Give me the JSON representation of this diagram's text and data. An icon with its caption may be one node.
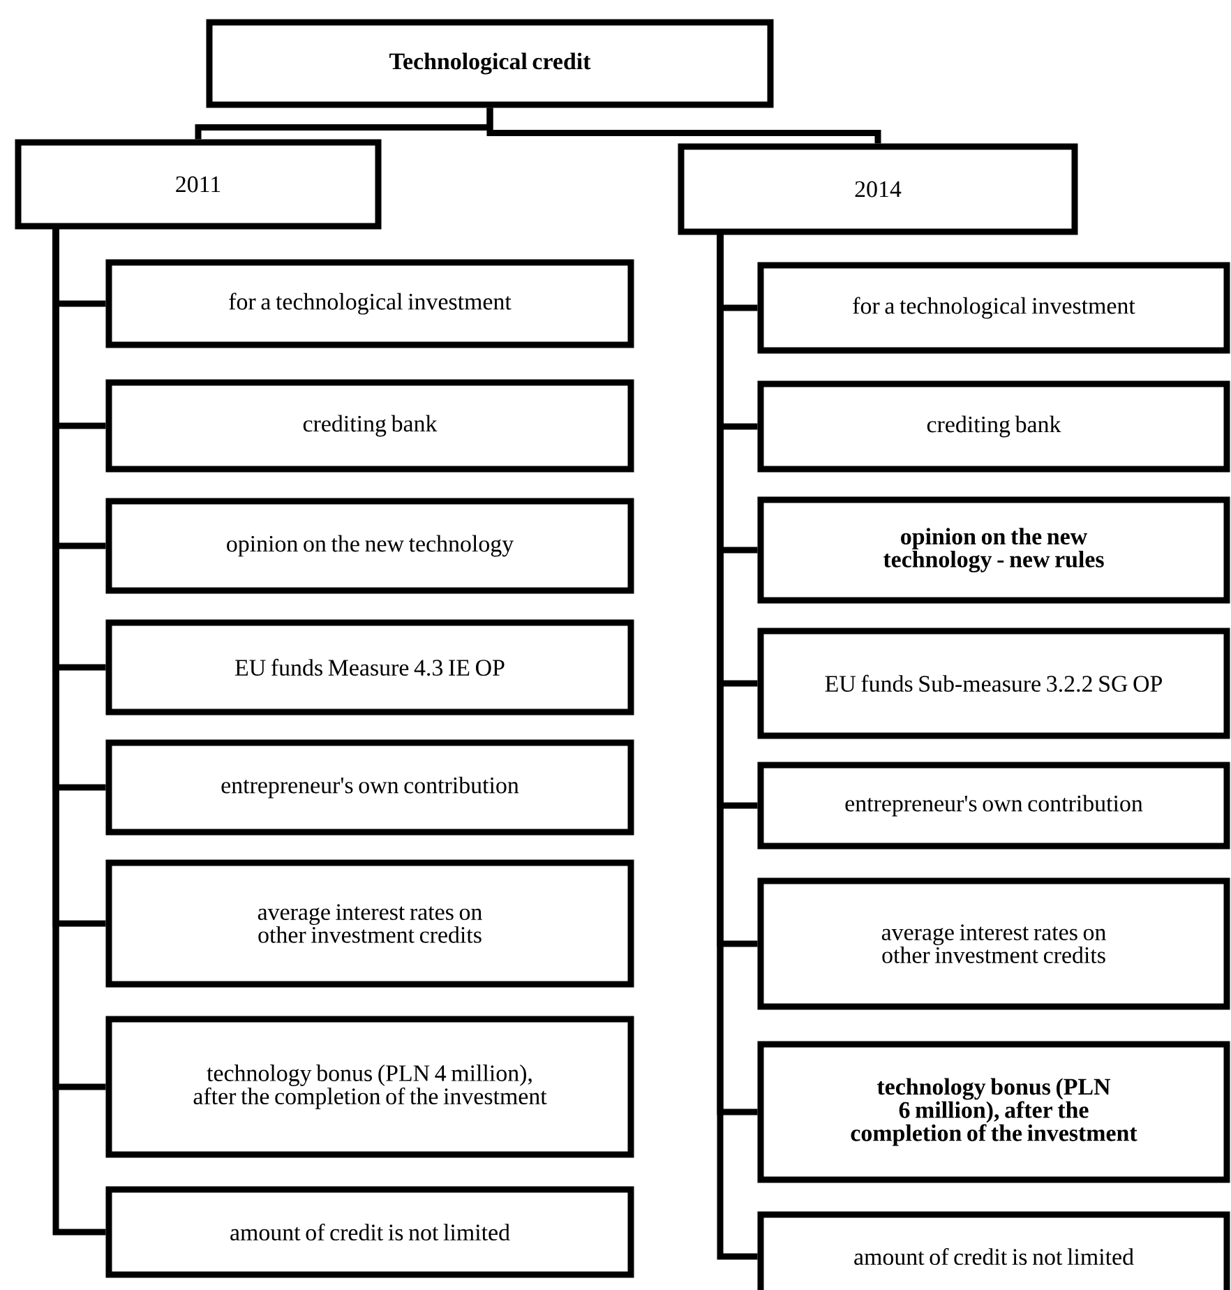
{
  "diagram": {
    "nodes": [
      {
        "text": [
          "Technological credit"
        ]
      },
      {
        "text": [
          "2011"
        ]
      },
      {
        "text": [
          "for a technological investment"
        ]
      },
      {
        "text": [
          "crediting bank"
        ]
      },
      {
        "text": [
          "opinion on the new technology"
        ]
      },
      {
        "text": [
          "EU funds Measure 4.3 IE OP"
        ]
      },
      {
        "text": [
          "entrepreneur's own contribution"
        ]
      },
      {
        "text": [
          "average interest rates on other investment credits"
        ]
      },
      {
        "text": [
          "technology bonus (PLN 4 million), after the completion of the investment"
        ]
      },
      {
        "text": [
          "amount of credit is not limited"
        ]
      },
      {
        "text": [
          "2014"
        ]
      },
      {
        "text": [
          "for a technological investment"
        ]
      },
      {
        "text": [
          "crediting bank"
        ]
      },
      {
        "text": [
          "opinion on the new technology - new rules"
        ]
      },
      {
        "text": [
          "EU funds Sub-measure 3.2.2 SG OP"
        ]
      },
      {
        "text": [
          "entrepreneur's own contribution"
        ]
      },
      {
        "text": [
          "average interest rates on other investment credits"
        ]
      },
      {
        "text": [
          "technology bonus (PLN 6 million), after the completion of the investment"
        ]
      },
      {
        "text": [
          "amount of credit is not limited"
        ]
      }
    ],
    "edges": [
      {
        "from": 0,
        "to": 1,
        "arrow": "none"
      },
      {
        "from": 0,
        "to": 10,
        "arrow": "none"
      },
      {
        "from": 1,
        "to": 2,
        "arrow": "none"
      },
      {
        "from": 1,
        "to": 3,
        "arrow": "none"
      },
      {
        "from": 1,
        "to": 4,
        "arrow": "none"
      },
      {
        "from": 1,
        "to": 5,
        "arrow": "none"
      },
      {
        "from": 1,
        "to": 6,
        "arrow": "none"
      },
      {
        "from": 1,
        "to": 7,
        "arrow": "none"
      },
      {
        "from": 1,
        "to": 8,
        "arrow": "none"
      },
      {
        "from": 1,
        "to": 9,
        "arrow": "none"
      },
      {
        "from": 10,
        "to": 11,
        "arrow": "none"
      },
      {
        "from": 10,
        "to": 12,
        "arrow": "none"
      },
      {
        "from": 10,
        "to": 13,
        "arrow": "none"
      },
      {
        "from": 10,
        "to": 14,
        "arrow": "none"
      },
      {
        "from": 10,
        "to": 15,
        "arrow": "none"
      },
      {
        "from": 10,
        "to": 16,
        "arrow": "none"
      },
      {
        "from": 10,
        "to": 17,
        "arrow": "none"
      },
      {
        "from": 10,
        "to": 18,
        "arrow": "none"
      }
    ]
  }
}
